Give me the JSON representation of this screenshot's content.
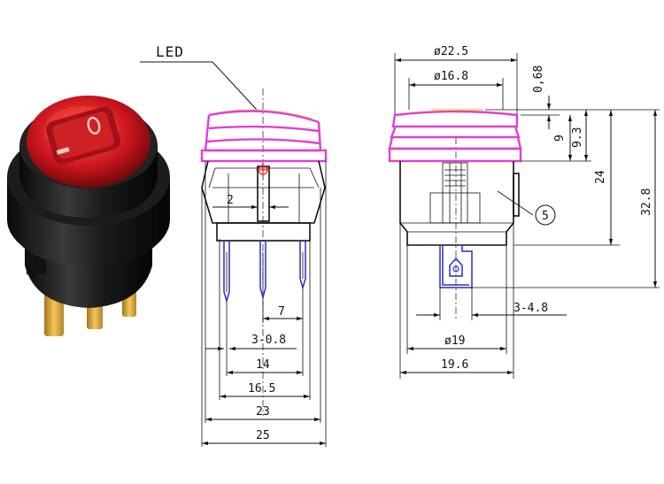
{
  "labels": {
    "led": "LED",
    "callout": "5"
  },
  "front_view": {
    "pin_width": "2",
    "pin_pitch": "7",
    "pin_thickness": "3-0.8",
    "width_14": "14",
    "width_16_5": "16.5",
    "width_23": "23",
    "width_25": "25"
  },
  "side_view": {
    "outer_diameter": "ø22.5",
    "inner_diameter": "ø16.8",
    "cap_top": "0,68",
    "dim_9": "9",
    "dim_9_3": "9.3",
    "dim_24": "24",
    "dim_32_8": "32.8",
    "terminal": "3-4.8",
    "body_diameter": "ø19",
    "body_width": "19.6"
  },
  "colors": {
    "cap_outline": "#e040d0",
    "led_highlight": "#e8e070",
    "pins": "#2b2fc0",
    "led_marker": "#e02020",
    "rocker": "#c8141c"
  }
}
